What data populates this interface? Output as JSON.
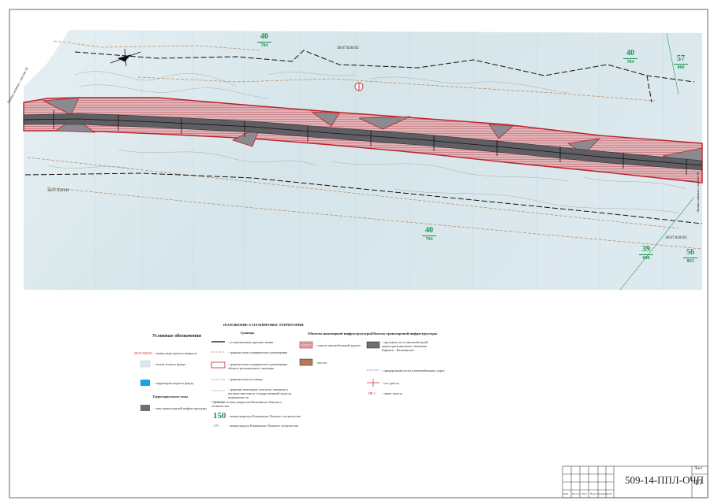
{
  "map": {
    "cadastral_labels": [
      "38:07:020102",
      "38:07:020102",
      "38:07:020102"
    ],
    "quarter_labels": [
      {
        "number": "40",
        "sub": "704"
      },
      {
        "number": "40",
        "sub": "704"
      },
      {
        "number": "57",
        "sub": "860"
      },
      {
        "number": "40",
        "sub": "704"
      },
      {
        "number": "39",
        "sub": "680"
      },
      {
        "number": "56",
        "sub": "863"
      }
    ],
    "matchline_left": "Линия сшивки с листом 16",
    "matchline_right": "Линия сшивки с листом 18",
    "colors": {
      "forest_fill": "#dce9ee",
      "road_fill": "#6f6f73",
      "road_border": "#c0202a",
      "road_hatch": "#d9a5a9",
      "quarter_text": "#1f8f4a",
      "cadastral_line": "#111111",
      "zone_line": "#b8865a"
    }
  },
  "legend": {
    "col1": {
      "title": "Условные обозначения",
      "items": [
        {
          "code": "38:07:020101",
          "text": "- номер кадастрового квартала"
        },
        {
          "text": "- земли лесного фонда"
        },
        {
          "text": "- территории водного фонда"
        }
      ],
      "zones_title": "Территориальные зоны",
      "zones": [
        {
          "text": "- зона транспортной инфраструктуры"
        }
      ]
    },
    "col2": {
      "title": "ПОЛОЖЕНИЕ О ПЛАНИРОВКЕ ТЕРРИТОРИИ",
      "subtitle": "Границы",
      "items": [
        {
          "text": "- установленные красные линии"
        },
        {
          "text": "- граница зоны планируемого размещения"
        },
        {
          "text": "- граница зоны планируемого размещения объекта регионального значения"
        },
        {
          "text": "- граница полосы отвода"
        },
        {
          "text": "- границы земельных участков, сведения о которых внесены в государственный кадастр недвижимости"
        },
        {
          "text": "- граница лесных кварталов Казачинско-Ленского лесничества"
        },
        {
          "code": "150",
          "text": "- номер квартала Казачинско-Ленского лесничества"
        },
        {
          "code": "670",
          "text": "- номер выдела Казачинско-Ленского лесничества"
        }
      ]
    },
    "col3": {
      "title": "Объекты инженерной инфраструктуры",
      "items": [
        {
          "text": "- откосы автомобильной дороги"
        },
        {
          "text": "- мосты"
        }
      ]
    },
    "col4": {
      "title": "Объекты транспортной инфраструктуры",
      "items": [
        {
          "text": "- проезжая часть автомобильной дороги регионального значения Киренск - Казачинское"
        },
        {
          "text": "- придорожная полоса автомобильных дорог"
        },
        {
          "text": "- ось трассы"
        },
        {
          "code": "ПК 1",
          "text": "- пикет трассы"
        }
      ]
    }
  },
  "title_block": {
    "code": "509-14-ППЛ-ОЧП",
    "sheet_label": "Лист",
    "sheet_number": "17",
    "columns": [
      "Изм.",
      "Кол.уч",
      "Лист",
      "№док",
      "Подпись",
      "Дата"
    ]
  }
}
